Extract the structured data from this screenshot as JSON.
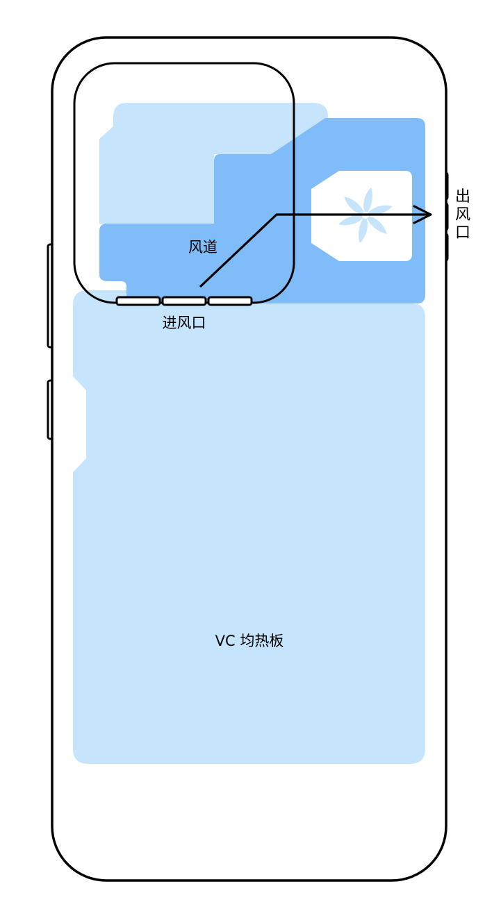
{
  "labels": {
    "air_duct": "风道",
    "air_inlet": "进风口",
    "air_outlet": [
      "出",
      "风",
      "口"
    ],
    "vapor_chamber": "VC 均热板"
  },
  "colors": {
    "outline": "#000000",
    "vapor_chamber_fill": "#C6E4FC",
    "air_duct_fill": "#80BDF8",
    "fan_bay_fill": "#FFFFFF",
    "fan_blade": "#C6E4FC",
    "background": "#FFFFFF"
  },
  "icons": {
    "fan": "fan-icon",
    "airflow_arrow": "arrow-right-icon"
  }
}
